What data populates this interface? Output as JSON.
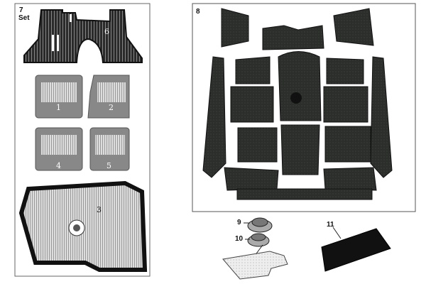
{
  "panels": {
    "left": {
      "number": "7",
      "caption": "Set",
      "parts": [
        "1",
        "2",
        "3",
        "4",
        "5",
        "6"
      ]
    },
    "right": {
      "number": "8"
    }
  },
  "callouts": {
    "nine": "9",
    "ten": "10",
    "eleven": "11"
  },
  "colors": {
    "mat": "#2a2a2a",
    "grey_mat": "#8a8a8a",
    "frame": "#555555"
  }
}
